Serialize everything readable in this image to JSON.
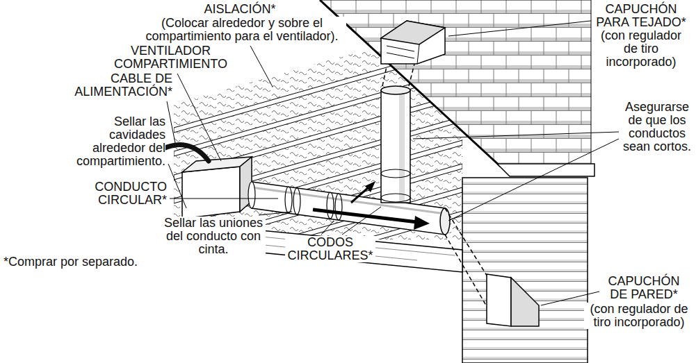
{
  "diagram": {
    "labels": [
      "AISLACIÓN*",
      "(Colocar alrededor y sobre el compartimiento para el ventilador).",
      "VENTILADOR COMPARTIMIENTO",
      "CABLE DE ALIMENTACIÓN*",
      "Sellar las cavidades alrededor del compartimiento.",
      "CONDUCTO CIRCULAR*",
      "Sellar las uniones del conducto con cinta.",
      "CODOS CIRCULARES*",
      "*Comprar por separado.",
      "CAPUCHÓN PARA TEJADO*",
      "(con regulador de tiro incorporado)",
      "Asegurarse de que los conductos sean cortos.",
      "CAPUCHÓN DE PARED*",
      "(con regulador de tiro incorporado)"
    ]
  }
}
